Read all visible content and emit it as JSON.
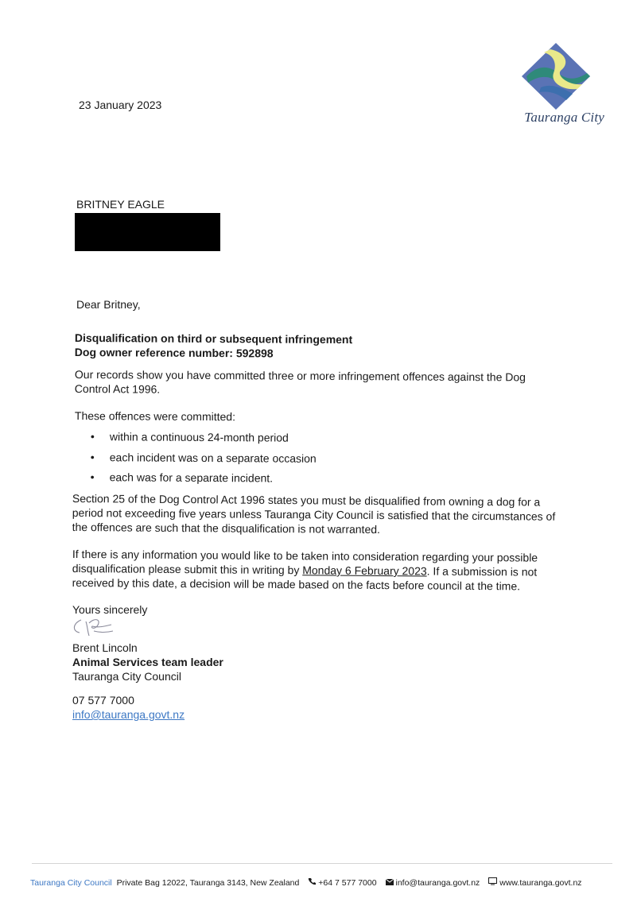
{
  "letter": {
    "date": "23 January 2023",
    "logo_text": "Tauranga City",
    "recipient_name": "BRITNEY EAGLE",
    "salutation": "Dear Britney,",
    "subject_line_1": "Disqualification on third or subsequent infringement",
    "subject_line_2": "Dog owner reference number: 592898",
    "paragraph_1": "Our records show you have committed three or more infringement offences against the Dog Control Act 1996.",
    "paragraph_2": "These offences were committed:",
    "bullets": [
      "within a continuous 24-month period",
      "each incident was on a separate occasion",
      "each was for a separate incident."
    ],
    "bullet_symbol": "•",
    "paragraph_3": "Section 25 of the Dog Control Act 1996 states you must be disqualified from owning a dog for a period not exceeding five years unless Tauranga City Council is satisfied that the circumstances of the offences are such that the disqualification is not warranted.",
    "paragraph_4_before": "If there is any information you would like to be taken into consideration regarding your possible disqualification please submit this in writing by ",
    "paragraph_4_date": "Monday 6 February 2023",
    "paragraph_4_after": ". If a submission is not received by this date, a decision will be made based on the facts before council at the time.",
    "closing": "Yours sincerely",
    "signer_name": "Brent Lincoln",
    "signer_title": "Animal Services team leader",
    "signer_org": "Tauranga City Council",
    "phone": "07 577 7000",
    "email": "info@tauranga.govt.nz"
  },
  "footer": {
    "council": "Tauranga City Council",
    "address": "Private Bag 12022, Tauranga 3143, New Zealand",
    "phone": "+64 7 577 7000",
    "email": "info@tauranga.govt.nz",
    "website": "www.tauranga.govt.nz"
  },
  "icons": {
    "phone": "phone-icon",
    "email": "envelope-icon",
    "web": "monitor-icon"
  },
  "colors": {
    "link": "#3d78c4",
    "logo_blue": "#5a73b5",
    "logo_green": "#2f8a7a",
    "logo_yellow": "#e9e98a"
  }
}
